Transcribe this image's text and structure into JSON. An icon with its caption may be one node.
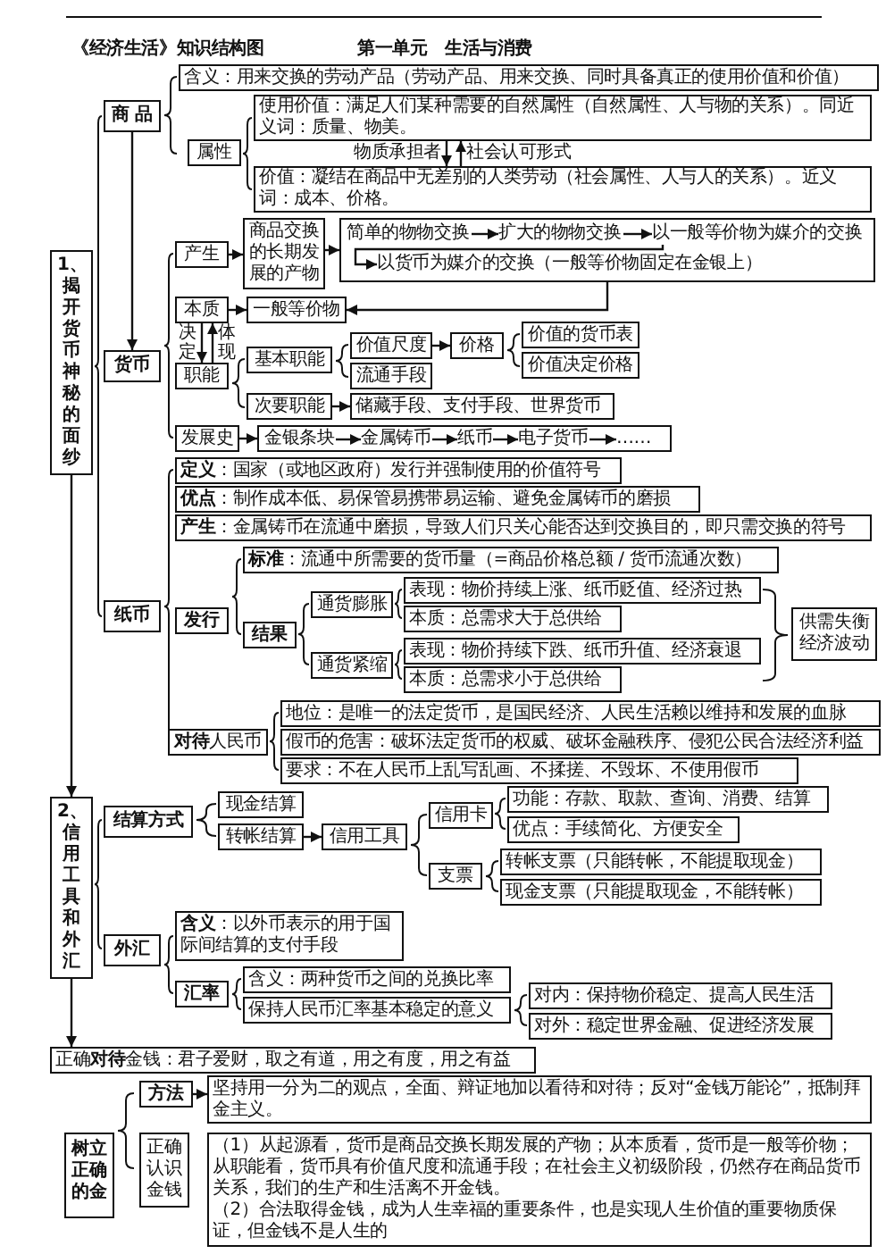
{
  "diagram": {
    "nodes": [
      {
        "text": [
          "1、揭开货币神秘的面纱"
        ]
      },
      {
        "text": [
          "商 品"
        ]
      },
      {
        "text": [
          "含义：用来交换的劳动产品（劳动产品、用来交换、同时具备真正的使用价值和价值）"
        ]
      },
      {
        "text": [
          "属性"
        ]
      },
      {
        "text": [
          "使用价值：满足人们某种需要的自然属性（自然属性、人与物的关系）。同近义词：质量、物美。"
        ]
      },
      {
        "text": [
          "价值：凝结在商品中无差别的人类劳动（社会属性、人与人的关系）。近义词：成本、价格。"
        ]
      },
      {
        "text": [
          "货币"
        ]
      },
      {
        "text": [
          "产生"
        ]
      },
      {
        "text": [
          "商品交换的长期发展的产物"
        ]
      },
      {
        "text": [],
        "shape": "box"
      },
      {
        "text": [
          "简单的物物交换"
        ],
        "in": 9
      },
      {
        "text": [
          "扩大的物物交换"
        ],
        "in": 9
      },
      {
        "text": [
          "以一般等价物为媒介的交换"
        ],
        "in": 9
      },
      {
        "text": [
          "以货币为媒介的交换（一般等价物固定在金银上）"
        ],
        "in": 9
      },
      {
        "text": [
          "本质"
        ]
      },
      {
        "text": [
          "一般等价物"
        ]
      },
      {
        "text": [
          "职能"
        ]
      },
      {
        "text": [
          "基本职能"
        ]
      },
      {
        "text": [
          "价值尺度"
        ]
      },
      {
        "text": [
          "流通手段"
        ]
      },
      {
        "text": [
          "价格"
        ]
      },
      {
        "text": [
          "价值的货币表"
        ]
      },
      {
        "text": [
          "价值决定价格"
        ]
      },
      {
        "text": [
          "次要职能"
        ]
      },
      {
        "text": [
          "储藏手段、支付手段、世界货币"
        ]
      },
      {
        "text": [
          "发展史"
        ]
      },
      {
        "text": [],
        "shape": "box"
      },
      {
        "text": [
          "金银条块"
        ],
        "in": 26
      },
      {
        "text": [
          "金属铸币"
        ],
        "in": 26
      },
      {
        "text": [
          "纸币"
        ],
        "in": 26
      },
      {
        "text": [
          "电子货币"
        ],
        "in": 26
      },
      {
        "text": [
          "……"
        ],
        "in": 26
      },
      {
        "text": [
          "纸币"
        ]
      },
      {
        "text": [
          "**定义**：国家（或地区政府）发行并强制使用的价值符号"
        ]
      },
      {
        "text": [
          "**优点**：制作成本低、易保管易携带易运输、避免金属铸币的磨损"
        ]
      },
      {
        "text": [
          "**产生**：金属铸币在流通中磨损，导致人们只关心能否达到交换目的，即只需交换的符号"
        ]
      },
      {
        "text": [
          "发行"
        ]
      },
      {
        "text": [
          "**标准**：流通中所需要的货币量（=商品价格总额 / 货币流通次数）"
        ]
      },
      {
        "text": [
          "结果"
        ]
      },
      {
        "text": [
          "通货膨胀"
        ]
      },
      {
        "text": [
          "表现：物价持续上涨、纸币贬值、经济过热"
        ]
      },
      {
        "text": [
          "本质：总需求大于总供给"
        ]
      },
      {
        "text": [
          "通货紧缩"
        ]
      },
      {
        "text": [
          "表现：物价持续下跌、纸币升值、经济衰退"
        ]
      },
      {
        "text": [
          "本质：总需求小于总供给"
        ]
      },
      {
        "text": [
          "供需失衡经济波动"
        ]
      },
      {
        "text": [
          "**对待**人民币"
        ]
      },
      {
        "text": [
          "地位：是唯一的法定货币，是国民经济、人民生活赖以维持和发展的血脉"
        ]
      },
      {
        "text": [
          "假币的危害：破坏法定货币的权威、破坏金融秩序、侵犯公民合法经济利益"
        ]
      },
      {
        "text": [
          "要求：不在人民币上乱写乱画、不揉搓、不毁坏、不使用假币"
        ]
      },
      {
        "text": [
          "2、信用工具和外汇"
        ]
      },
      {
        "text": [
          "结算方式"
        ]
      },
      {
        "text": [
          "现金结算"
        ]
      },
      {
        "text": [
          "转帐结算"
        ]
      },
      {
        "text": [
          "信用工具"
        ]
      },
      {
        "text": [
          "信用卡"
        ]
      },
      {
        "text": [
          "功能：存款、取款、查询、消费、结算"
        ]
      },
      {
        "text": [
          "优点：手续简化、方便安全"
        ]
      },
      {
        "text": [
          "支票"
        ]
      },
      {
        "text": [
          "转帐支票（只能转帐，不能提取现金）"
        ]
      },
      {
        "text": [
          "现金支票（只能提取现金，不能转帐）"
        ]
      },
      {
        "text": [
          "外汇"
        ]
      },
      {
        "text": [
          "**含义**：以外币表示的用于国际间结算的支付手段"
        ]
      },
      {
        "text": [
          "汇率"
        ]
      },
      {
        "text": [
          "含义：两种货币之间的兑换比率"
        ]
      },
      {
        "text": [
          "保持人民币汇率基本稳定的意义"
        ]
      },
      {
        "text": [
          "对内：保持物价稳定、提高人民生活"
        ]
      },
      {
        "text": [
          "对外：稳定世界金融、促进经济发展"
        ]
      },
      {
        "text": [
          "正确**对待**金钱：君子爱财，取之有道，用之有度，用之有益"
        ]
      },
      {
        "text": [
          "方法"
        ]
      },
      {
        "text": [
          "坚持用一分为二的观点，全面、辩证地加以看待和对待；反对“金钱万能论”，抵制拜金主义。"
        ]
      },
      {
        "text": [
          "树立正确的金"
        ]
      },
      {
        "text": [
          "正确认识金钱"
        ]
      },
      {
        "text": [
          "（1）从起源看，货币是商品交换长期发展的产物；从本质看，货币是一般等价物；从职能看，货币具有价值尺度和流通手段；在社会主义初级阶段，仍然存在商品货币关系，我们的生产和生活离不开金钱。",
          "（2）合法取得金钱，成为人生幸福的重要条件，也是实现人生价值的重要物质保证，但金钱不是人生的"
        ]
      }
    ],
    "edges": [
      {
        "from": 1,
        "to": 6,
        "arrow": "to"
      },
      {
        "from": 4,
        "to": 5,
        "arrow": "to",
        "label": "物质承担者"
      },
      {
        "from": 5,
        "to": 4,
        "arrow": "to",
        "label": "社会认可形式"
      },
      {
        "from": 7,
        "to": 8,
        "arrow": "to"
      },
      {
        "from": 8,
        "to": 9,
        "arrow": "to"
      },
      {
        "from": 10,
        "to": 11,
        "arrow": "to"
      },
      {
        "from": 11,
        "to": 12,
        "arrow": "to"
      },
      {
        "from": 12,
        "to": 13,
        "arrow": "to"
      },
      {
        "from": 9,
        "to": 15,
        "arrow": "to"
      },
      {
        "from": 14,
        "to": 15,
        "arrow": "to"
      },
      {
        "from": 14,
        "to": 16,
        "arrow": "to",
        "label": "决定"
      },
      {
        "from": 16,
        "to": 14,
        "arrow": "to",
        "label": "体现"
      },
      {
        "from": 18,
        "to": 20,
        "arrow": "to"
      },
      {
        "from": 23,
        "to": 24,
        "arrow": "to"
      },
      {
        "from": 25,
        "to": 26,
        "arrow": "to"
      },
      {
        "from": 27,
        "to": 28,
        "arrow": "to"
      },
      {
        "from": 28,
        "to": 29,
        "arrow": "to"
      },
      {
        "from": 29,
        "to": 30,
        "arrow": "to"
      },
      {
        "from": 30,
        "to": 31,
        "arrow": "to"
      },
      {
        "from": 0,
        "to": 50,
        "arrow": "to"
      },
      {
        "from": 53,
        "to": 54,
        "arrow": "to"
      },
      {
        "from": 50,
        "to": 68,
        "arrow": "to"
      },
      {
        "from": 69,
        "to": 70,
        "arrow": "to"
      }
    ],
    "labels": [
      "《经济生活》知识结构图",
      "第一单元　生活与消费"
    ]
  }
}
